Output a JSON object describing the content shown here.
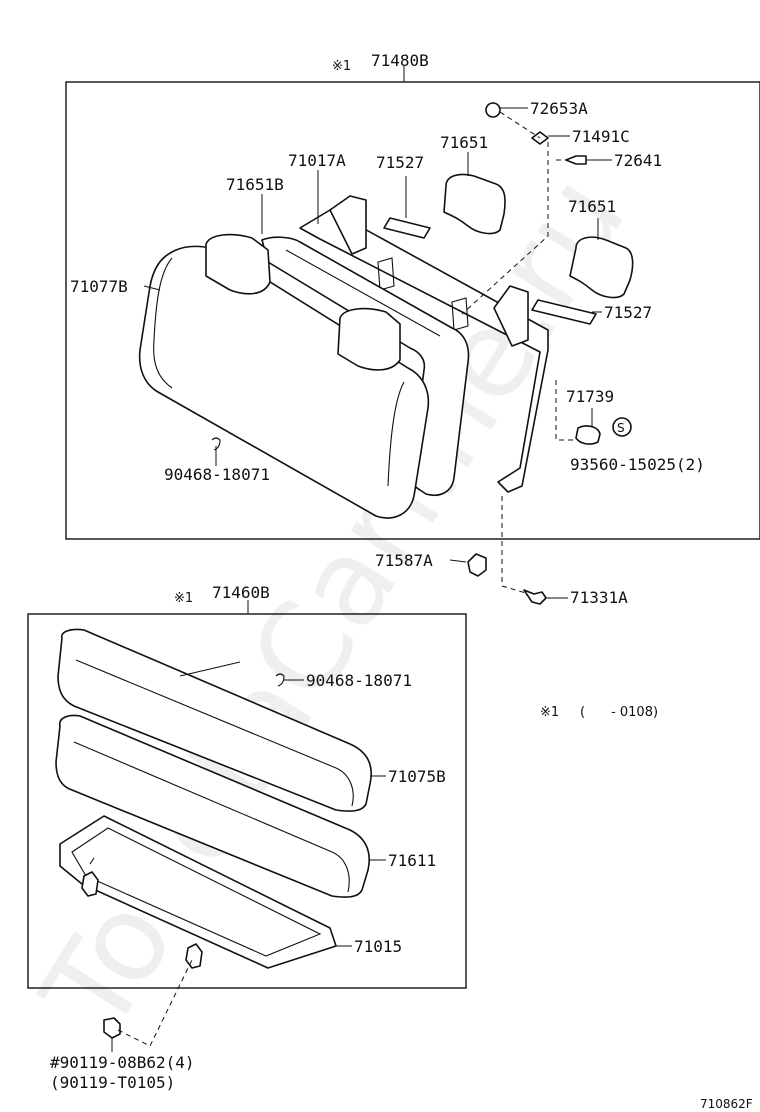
{
  "watermark": "ToyotaCarline.ru",
  "reference_code": "710862F",
  "note": {
    "mark": "※1",
    "range": "(　　- 0108)"
  },
  "upper_assembly": {
    "mark": "※1",
    "part_no": "71480B",
    "labels": {
      "p72653A": "72653A",
      "p71491C": "71491C",
      "p72641": "72641",
      "p71651_top": "71651",
      "p71527_top": "71527",
      "p71017A": "71017A",
      "p71651B": "71651B",
      "p71651_right": "71651",
      "p71077B": "71077B",
      "p71527_right": "71527",
      "p71739": "71739",
      "p93560": "93560-15025(2)",
      "p90468_up": "90468-18071"
    }
  },
  "loose_parts": {
    "p71587A": "71587A",
    "p71331A": "71331A"
  },
  "lower_assembly": {
    "mark": "※1",
    "part_no": "71460B",
    "labels": {
      "p90468_low": "90468-18071",
      "p71075B": "71075B",
      "p71611": "71611",
      "p71015": "71015",
      "p90119_a": "#90119-08B62(4)",
      "p90119_b": "(90119-T0105)"
    }
  }
}
